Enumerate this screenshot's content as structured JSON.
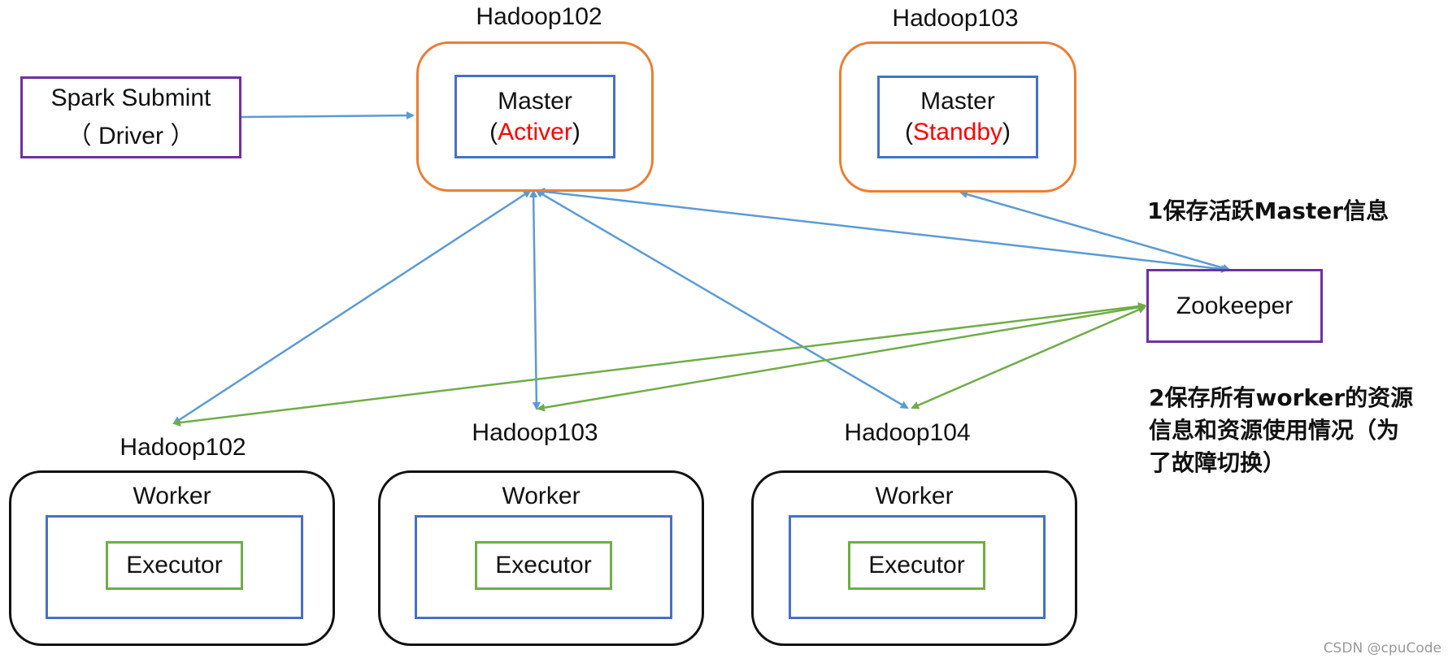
{
  "driver": {
    "line1": "Spark Submint",
    "line2": "（ Driver ）"
  },
  "masters": [
    {
      "host": "Hadoop102",
      "title": "Master",
      "open": "(",
      "state": "Activer",
      "close": ")"
    },
    {
      "host": "Hadoop103",
      "title": "Master",
      "open": "(",
      "state": "Standby",
      "close": ")"
    }
  ],
  "zookeeper": {
    "label": "Zookeeper"
  },
  "notes": {
    "note1": "1保存活跃Master信息",
    "note2_lines": [
      "2保存所有worker的资源",
      "信息和资源使用情况（为",
      "了故障切换）"
    ]
  },
  "workers": [
    {
      "host": "Hadoop102",
      "title": "Worker",
      "executor": "Executor"
    },
    {
      "host": "Hadoop103",
      "title": "Worker",
      "executor": "Executor"
    },
    {
      "host": "Hadoop104",
      "title": "Worker",
      "executor": "Executor"
    }
  ],
  "watermark": "CSDN @cpuCode",
  "colors": {
    "blue_arrow": "#5b9bd5",
    "green_arrow": "#70ad47",
    "orange_border": "#ed7d31",
    "purple_border": "#7030a0",
    "box_blue": "#4472c4",
    "executor_green": "#70ad47",
    "state_red": "#ff0000"
  }
}
